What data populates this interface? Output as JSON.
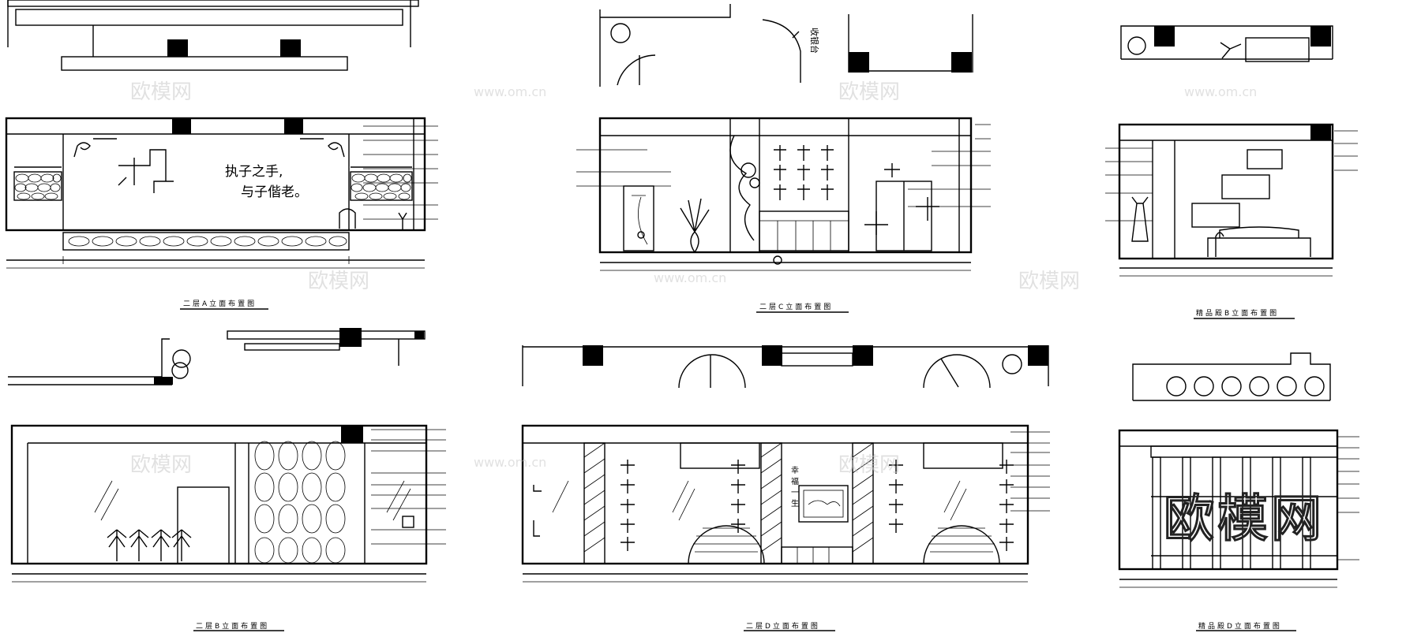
{
  "panels": {
    "a": {
      "title": "二层A立面布置图",
      "poem1": "执子之手,",
      "poem2": "与子偕老。"
    },
    "c": {
      "title": "二层C立面布置图",
      "cashier": "收银台"
    },
    "b": {
      "title": "二层B立面布置图"
    },
    "d": {
      "title": "二层D立面布置图",
      "vertical": "幸福一生"
    },
    "jb": {
      "title": "精品殿B立面布置图"
    },
    "jd": {
      "title": "精品殿D立面布置图"
    }
  },
  "watermark": {
    "cn": "欧模网",
    "url": "www.om.cn",
    "big": "欧模网"
  }
}
